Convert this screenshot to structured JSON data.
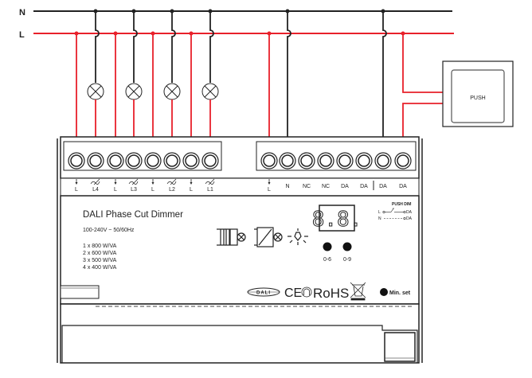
{
  "bus": {
    "neutral_label": "N",
    "line_label": "L",
    "neutral_color": "#222222",
    "line_color": "#e8202a"
  },
  "push_button": {
    "label": "PUSH"
  },
  "device": {
    "title": "DALI Phase Cut Dimmer",
    "input_rating": "100-240V ~   50/60Hz",
    "load_ratings": [
      "1 x 800 W/VA",
      "2 x 600 W/VA",
      "3 x  500 W/VA",
      "4 x  400 W/VA"
    ],
    "display_value": "8.8.",
    "knob_labels": [
      "0-6",
      "0-9"
    ],
    "push_dim_title": "PUSH DIM",
    "push_dim_row1_left": "L",
    "push_dim_row1_right": "DA",
    "push_dim_row2_left": "N",
    "push_dim_row2_right": "DA",
    "min_set_label": "Min. set",
    "dali_logo": "DALI",
    "ce_mark": "CE",
    "rohs_label": "RoHS"
  },
  "left_terminals": [
    {
      "label": "L",
      "type": "line"
    },
    {
      "label": "L4",
      "type": "dim"
    },
    {
      "label": "L",
      "type": "line"
    },
    {
      "label": "L3",
      "type": "dim"
    },
    {
      "label": "L",
      "type": "line"
    },
    {
      "label": "L2",
      "type": "dim"
    },
    {
      "label": "L",
      "type": "line"
    },
    {
      "label": "L1",
      "type": "dim"
    }
  ],
  "right_terminals": [
    {
      "label": "L",
      "type": "line"
    },
    {
      "label": "N",
      "type": "plain"
    },
    {
      "label": "NC",
      "type": "plain"
    },
    {
      "label": "NC",
      "type": "plain"
    },
    {
      "label": "DA",
      "type": "plain"
    },
    {
      "label": "DA",
      "type": "plain"
    },
    {
      "label": "DA",
      "type": "plain"
    },
    {
      "label": "DA",
      "type": "plain"
    }
  ]
}
